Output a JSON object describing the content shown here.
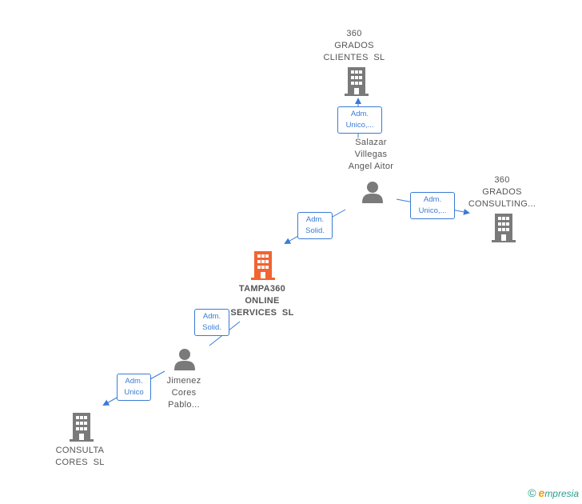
{
  "nodes": {
    "grados_clientes": {
      "label": "360\nGRADOS\nCLIENTES  SL",
      "type": "company"
    },
    "salazar": {
      "label": "Salazar\nVillegas\nAngel Aitor",
      "type": "person"
    },
    "grados_consulting": {
      "label": "360\nGRADOS\nCONSULTING...",
      "type": "company"
    },
    "tampa": {
      "label": "TAMPA360\nONLINE\nSERVICES  SL",
      "type": "company-focus"
    },
    "jimenez": {
      "label": "Jimenez\nCores\nPablo...",
      "type": "person"
    },
    "consulta_cores": {
      "label": "CONSULTA\nCORES  SL",
      "type": "company"
    }
  },
  "edges": {
    "salazar_clientes": {
      "label": "Adm.\nUnico,..."
    },
    "salazar_consulting": {
      "label": "Adm.\nUnico,..."
    },
    "salazar_tampa": {
      "label": "Adm.\nSolid."
    },
    "jimenez_tampa": {
      "label": "Adm.\nSolid."
    },
    "jimenez_consulta": {
      "label": "Adm.\nUnico"
    }
  },
  "colors": {
    "company": "#7a7a7a",
    "focus": "#f26430",
    "person": "#7a7a7a",
    "edge": "#3a7bd5"
  },
  "brand": {
    "copyright": "©",
    "initial": "e",
    "rest": "mpresia"
  }
}
